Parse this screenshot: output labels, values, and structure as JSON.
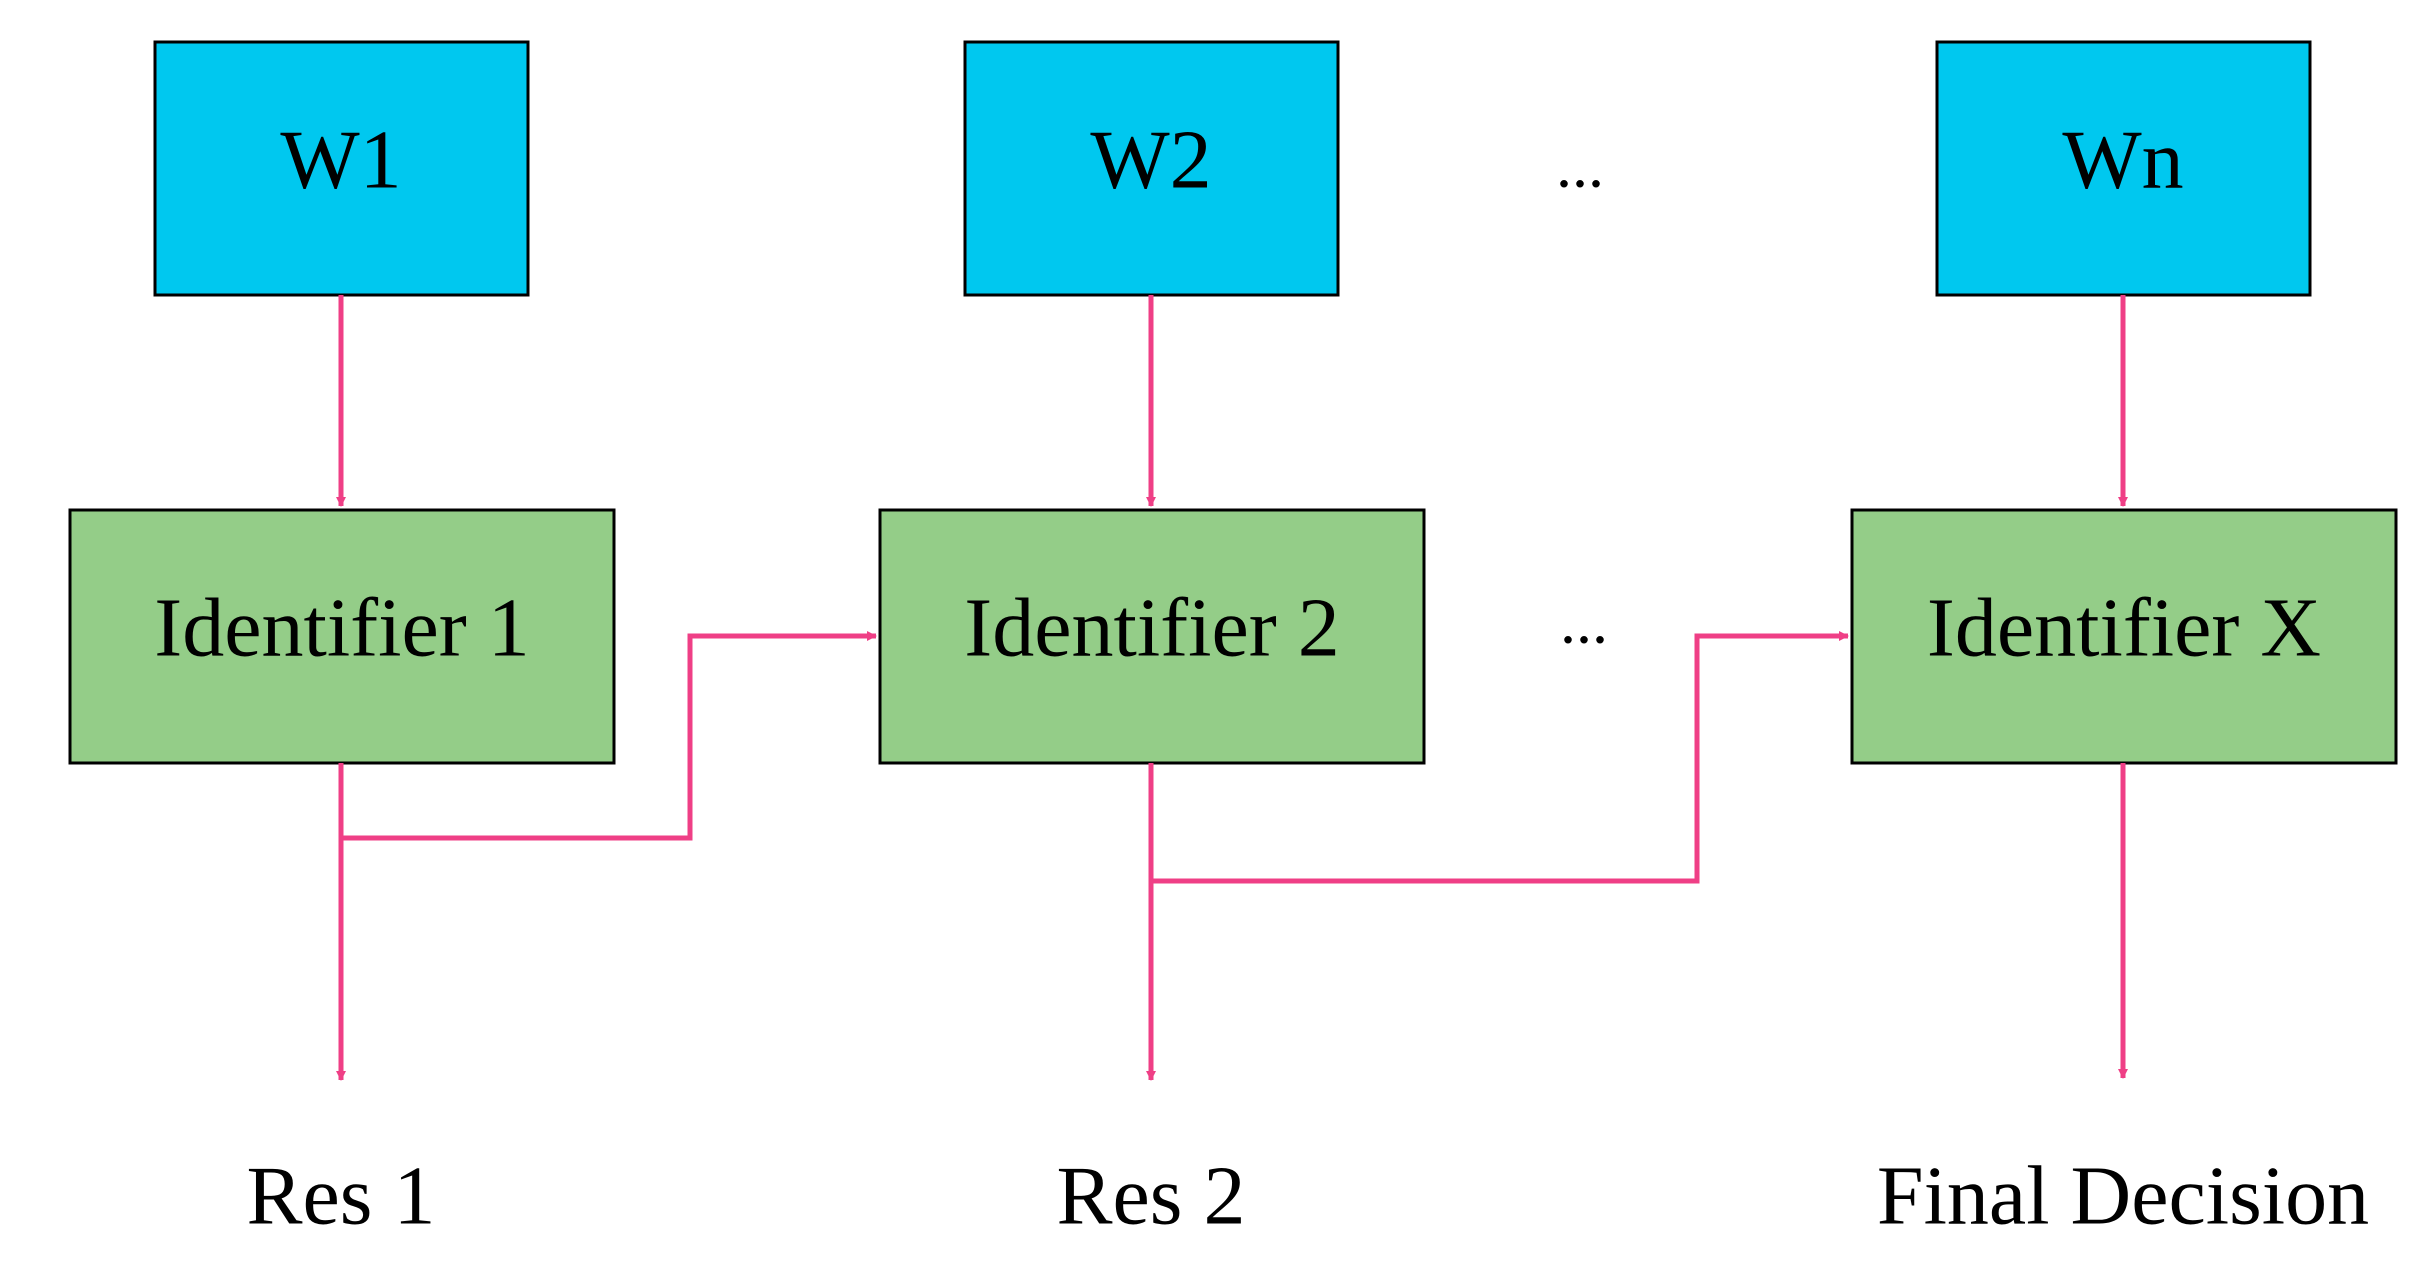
{
  "colors": {
    "window_box_fill": "#00c8ef",
    "identifier_box_fill": "#94cd88",
    "arrow": "#ef3f86",
    "box_border": "#000000",
    "background": "#ffffff"
  },
  "windows": [
    {
      "label": "W1"
    },
    {
      "label": "W2"
    },
    {
      "label": "Wn"
    }
  ],
  "identifiers": [
    {
      "label": "Identifier 1"
    },
    {
      "label": "Identifier 2"
    },
    {
      "label": "Identifier X"
    }
  ],
  "outputs": [
    {
      "label": "Res 1"
    },
    {
      "label": "Res 2"
    },
    {
      "label": "Final Decision"
    }
  ],
  "ellipses": {
    "top": "...",
    "middle": "..."
  }
}
